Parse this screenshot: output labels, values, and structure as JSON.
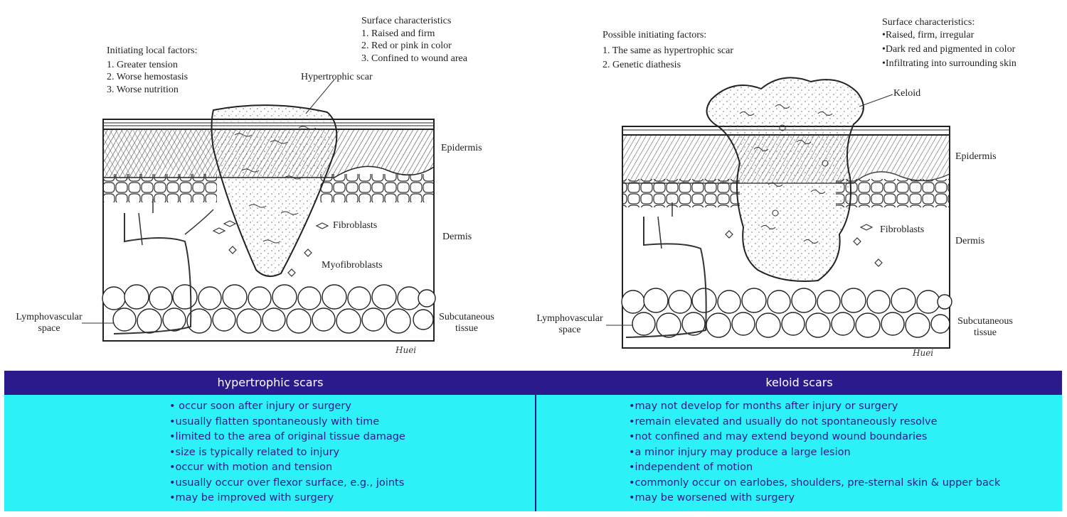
{
  "left_panel": {
    "initiating": {
      "heading": "Initiating local factors:",
      "items": [
        "1. Greater tension",
        "2. Worse hemostasis",
        "3. Worse nutrition"
      ]
    },
    "surface": {
      "heading": "Surface characteristics",
      "items": [
        "1. Raised and firm",
        "2. Red or pink in color",
        "3. Confined to wound area"
      ]
    },
    "labels": {
      "scar": "Hypertrophic scar",
      "epidermis": "Epidermis",
      "dermis": "Dermis",
      "fibroblasts": "Fibroblasts",
      "myofibroblasts": "Myofibroblasts",
      "lymph_1": "Lymphovascular",
      "lymph_2": "space",
      "subcut_1": "Subcutaneous",
      "subcut_2": "tissue",
      "signature": "Huei"
    }
  },
  "right_panel": {
    "initiating": {
      "heading": "Possible initiating factors:",
      "items": [
        "1. The same as hypertrophic scar",
        "2. Genetic diathesis"
      ]
    },
    "surface": {
      "heading": "Surface characteristics:",
      "items": [
        "•Raised, firm, irregular",
        "•Dark red and pigmented in color",
        "•Infiltrating into surrounding skin"
      ]
    },
    "labels": {
      "scar": "Keloid",
      "epidermis": "Epidermis",
      "dermis": "Dermis",
      "fibroblasts": "Fibroblasts",
      "lymph_1": "Lymphovascular",
      "lymph_2": "space",
      "subcut_1": "Subcutaneous",
      "subcut_2": "tissue",
      "signature": "Huei"
    }
  },
  "comparison_table": {
    "header_color": "#2b1a8c",
    "body_color": "#2cf1f6",
    "columns": [
      {
        "title": "hypertrophic scars",
        "rows": [
          "• occur soon after injury or surgery",
          "•usually flatten spontaneously with time",
          "•limited to the area of original tissue damage",
          "•size is typically related to injury",
          "•occur with motion and tension",
          "•usually occur over flexor surface, e.g., joints",
          "•may be improved with surgery"
        ]
      },
      {
        "title": "keloid scars",
        "rows": [
          "•may not develop for months after injury or surgery",
          "•remain elevated and usually do not spontaneously resolve",
          "•not confined and may extend beyond wound boundaries",
          "•a minor injury may produce a large lesion",
          "•independent of motion",
          "•commonly occur on earlobes, shoulders, pre-sternal skin & upper back",
          "•may be worsened with surgery"
        ]
      }
    ]
  }
}
